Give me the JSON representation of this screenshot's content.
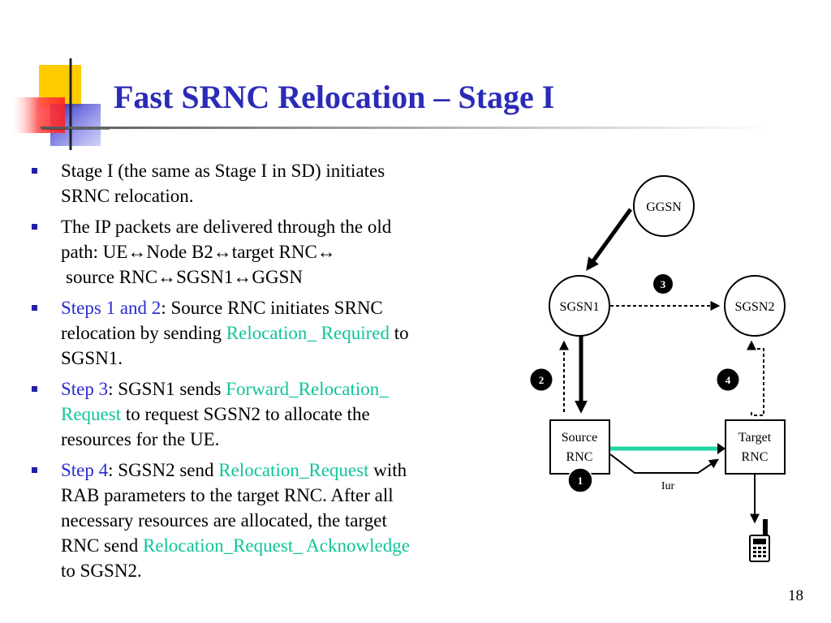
{
  "slide": {
    "title": "Fast SRNC Relocation – Stage I",
    "number": "18"
  },
  "bullets": [
    {
      "lines": [
        "Stage I (the same as Stage I in SD) initiates",
        "SRNC relocation."
      ]
    },
    {
      "lines": [
        "The IP packets are delivered through the old",
        "path: UE↔Node B2↔target RNC↔",
        "source RNC↔SGSN1↔GGSN"
      ]
    },
    {
      "label": "Steps 1 and 2",
      "p1": ": Source RNC initiates SRNC",
      "p2": "relocation by sending ",
      "msg": "Relocation_ Required",
      "p3": " to",
      "p4": "SGSN1."
    },
    {
      "label": "Step 3",
      "p1": ": SGSN1 sends ",
      "msg1": "Forward_Relocation_",
      "msg2": "Request",
      "p2": " to request SGSN2 to allocate the",
      "p3": "resources for the UE."
    },
    {
      "label": "Step 4",
      "p1": ": SGSN2 send ",
      "msg1": "Relocation_Request",
      "p2": " with",
      "p3": "RAB parameters to the target RNC. After all",
      "p4": "necessary resources are allocated, the target",
      "p5": "RNC send ",
      "msg2": "Relocation_Request_ Acknowledge",
      "p6": "to SGSN2."
    }
  ],
  "diagram": {
    "nodes": {
      "ggsn": "GGSN",
      "sgsn1": "SGSN1",
      "sgsn2": "SGSN2",
      "source_rnc": [
        "Source",
        "RNC"
      ],
      "target_rnc": [
        "Target",
        "RNC"
      ]
    },
    "steps": [
      "1",
      "2",
      "3",
      "4"
    ],
    "iur_label": "Iur",
    "colors": {
      "signal_arrow": "#1fd6a4",
      "title": "#2b2bb8",
      "highlight": "#10c49a"
    }
  }
}
